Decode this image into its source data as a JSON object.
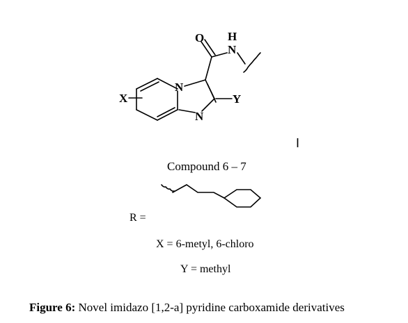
{
  "atoms": {
    "o": "O",
    "h": "H",
    "n_amide": "N",
    "n_bridge": "N",
    "n_ring": "N",
    "x": "X",
    "y": "Y"
  },
  "compound_label": "Compound 6 – 7",
  "r_label": "R =",
  "x_definition": "X = 6-metyl, 6-chloro",
  "y_definition": "Y = methyl",
  "caption": {
    "prefix": "Figure 6:",
    "text": " Novel imidazo [1,2-a] pyridine carboxamide derivatives"
  },
  "marker": "I"
}
